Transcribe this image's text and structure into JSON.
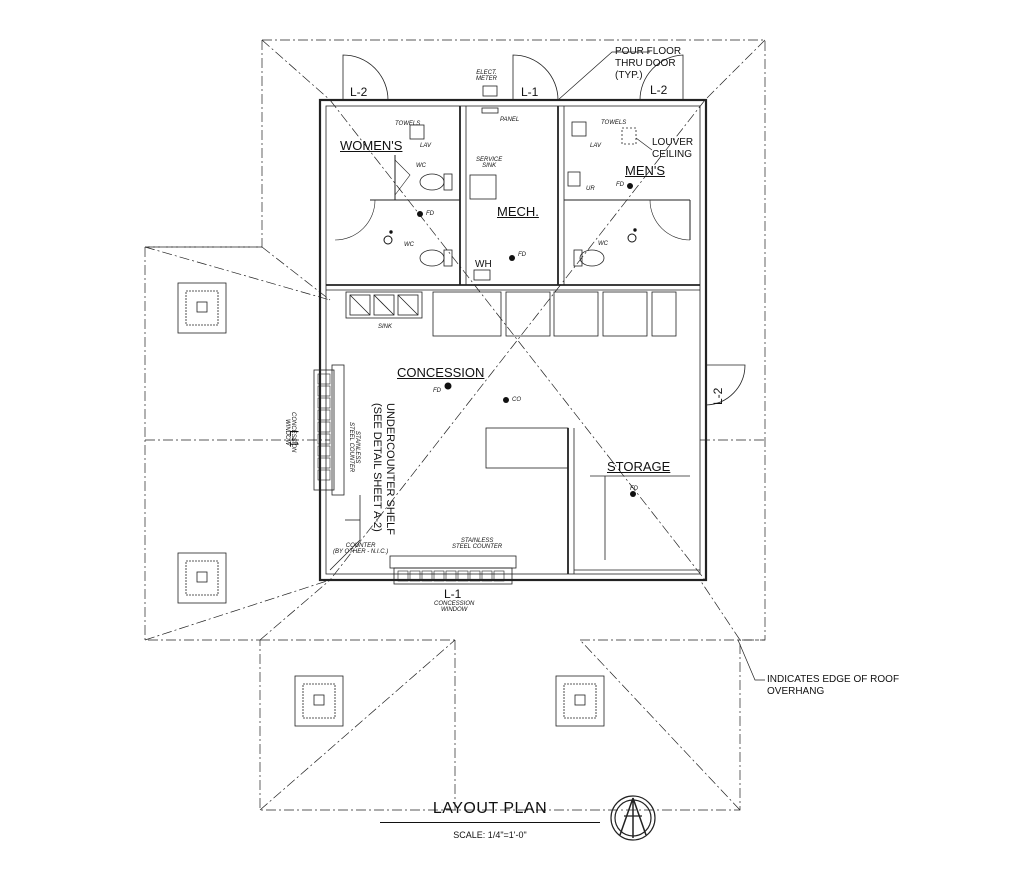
{
  "rooms": {
    "womens": "WOMEN'S",
    "mens": "MEN'S",
    "mech": "MECH.",
    "concession": "CONCESSION",
    "storage": "STORAGE"
  },
  "fixtures": {
    "towels": "TOWELS",
    "lav": "LAV",
    "wc": "WC",
    "ur": "UR",
    "fd": "FD",
    "co": "CO",
    "wh": "WH",
    "sink": "SINK",
    "service_sink": "SERVICE\nSINK",
    "panel": "PANEL",
    "elect_meter": "ELECT.\nMETER"
  },
  "tags": {
    "l1": "L-1",
    "l2": "L-2"
  },
  "notes": {
    "door": "POUR FLOOR\nTHRU DOOR\n(TYP.)",
    "louver": "LOUVER\nCEILING",
    "stainless_side": "STAINLESS\nSTEEL COUNTER",
    "window_side": "CONCESSION\nWINDOW",
    "undercounter": "UNDERCOUNTER SHELF\n(SEE DETAIL SHEET A-2)",
    "counter_other": "COUNTER\n(BY OTHER - N.I.C.)",
    "stainless_bottom": "STAINLESS\nSTEEL COUNTER",
    "window_bottom": "CONCESSION\nWINDOW",
    "roof_edge": "INDICATES EDGE OF ROOF\nOVERHANG"
  },
  "title": "LAYOUT PLAN",
  "scale": "SCALE: 1/4\"=1'-0\""
}
